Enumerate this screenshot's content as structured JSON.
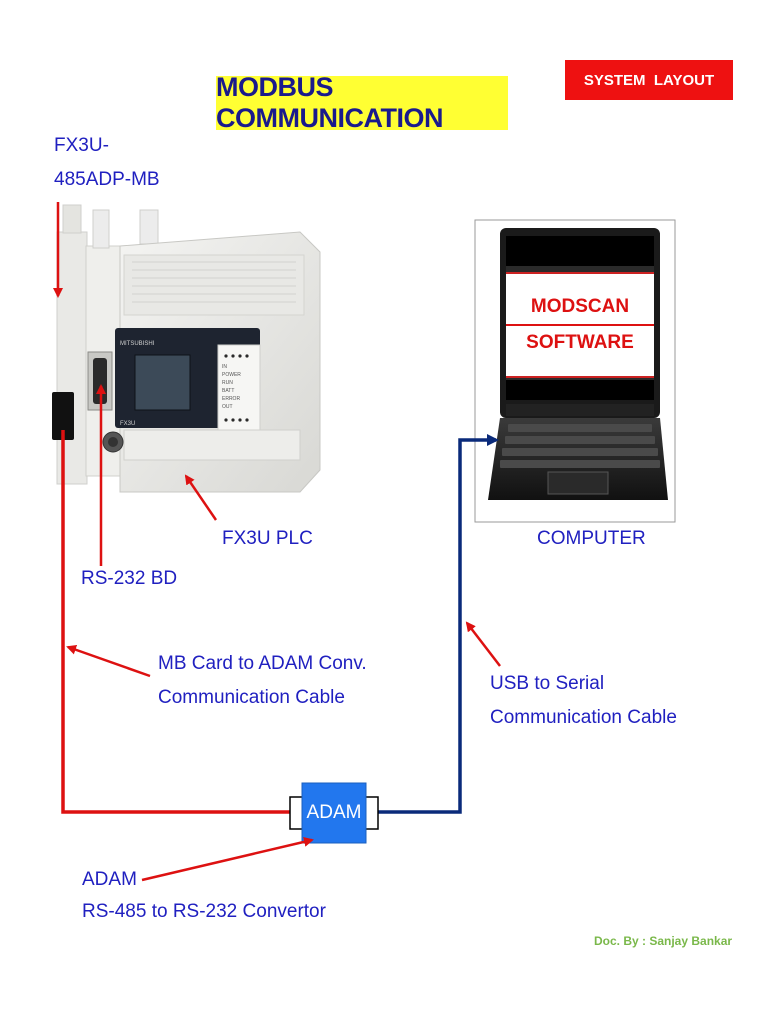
{
  "title": "MODBUS COMMUNICATION",
  "badge": "SYSTEM  LAYOUT",
  "labels": {
    "adp_line1": "FX3U-",
    "adp_line2": "485ADP-MB",
    "plc": "FX3U PLC",
    "rs232": "RS-232 BD",
    "computer": "COMPUTER",
    "mb_cable_line1": "MB Card to ADAM Conv.",
    "mb_cable_line2": "Communication Cable",
    "usb_line1": "USB to Serial",
    "usb_line2": "Communication Cable",
    "adam_line1": "ADAM",
    "adam_line2": "RS-485 to RS-232 Convertor",
    "adam_box": "ADAM"
  },
  "screen": {
    "line1": "MODSCAN",
    "line2": "SOFTWARE"
  },
  "plc_panel": {
    "brand": "MITSUBISHI",
    "model": "FX3U",
    "leds": [
      "IN",
      "POWER",
      "RUN",
      "BATT",
      "ERROR",
      "OUT"
    ]
  },
  "footer": "Doc. By : Sanjay Bankar",
  "colors": {
    "title_bg": "#ffff33",
    "badge_bg": "#ee1111",
    "label_text": "#2020c0",
    "red_cable": "#dd1111",
    "blue_cable": "#0a2a7a",
    "adam_box": "#2277ee",
    "footer_text": "#7ab84a"
  }
}
